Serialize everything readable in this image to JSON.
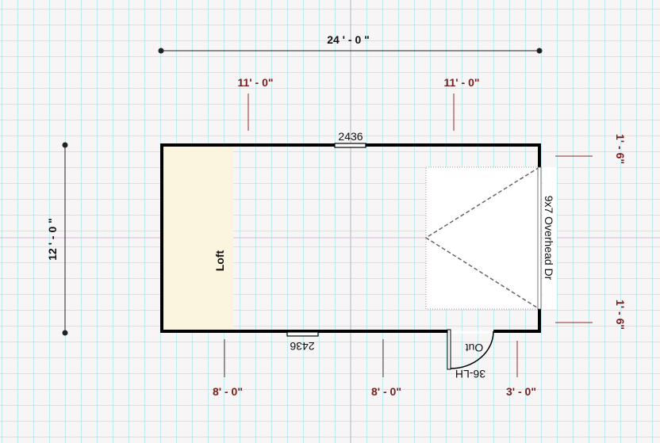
{
  "plan": {
    "overall_width": "24 ' - 0 \"",
    "overall_depth": "12 ' - 0 \"",
    "top_segments": [
      "11' - 0\"",
      "11' - 0\""
    ],
    "right_segments": [
      "1' - 6\"",
      "1' - 6\""
    ],
    "bottom_segments": [
      "8' - 0\"",
      "8' - 0\"",
      "3' - 0\""
    ],
    "loft_label": "Loft",
    "window_top": "2436",
    "window_bottom": "2436",
    "overhead_door": "9x7 Overhead Dr",
    "entry_door_label": "36-LH",
    "entry_door_swing": "Out"
  },
  "colors": {
    "grid": "#7fe3e3",
    "wall": "#000000",
    "dimension_red": "#7a1d1d",
    "loft": "#fbf4df"
  }
}
